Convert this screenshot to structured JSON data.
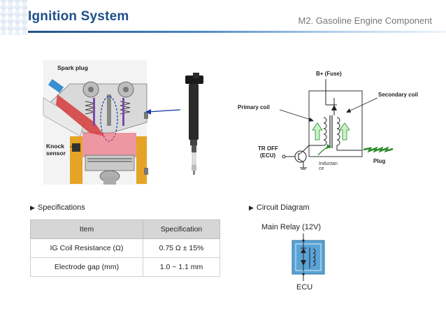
{
  "header": {
    "title": "Ignition System",
    "subtitle": "M2. Gasoline Engine Component"
  },
  "engine_image": {
    "spark_plug_label": "Spark plug",
    "knock_sensor_label_line1": "Knock",
    "knock_sensor_label_line2": "sensor"
  },
  "circuit_schematic": {
    "fuse_label": "B+ (Fuse)",
    "primary_coil_label": "Primary coil",
    "secondary_coil_label": "Secondary coil",
    "tr_off_label_line1": "TR OFF",
    "tr_off_label_line2": "(ECU)",
    "inductance_label_line1": "Inductan",
    "inductance_label_line2": "ce",
    "plug_label": "Plug"
  },
  "specifications": {
    "section_title": "Specifications",
    "columns": [
      "Item",
      "Specification"
    ],
    "rows": [
      [
        "IG Coil Resistance (Ω)",
        "0.75 Ω ± 15%"
      ],
      [
        "Electrode gap (mm)",
        "1.0 ~ 1.1 mm"
      ]
    ]
  },
  "circuit_diagram": {
    "section_title": "Circuit Diagram",
    "top_label": "Main Relay (12V)",
    "bottom_label": "ECU"
  },
  "colors": {
    "title_blue": "#1f4f8a",
    "relay_box": "#5aa3d6",
    "arrow_green": "#2a8a2a",
    "table_header": "#d6d6d6"
  }
}
